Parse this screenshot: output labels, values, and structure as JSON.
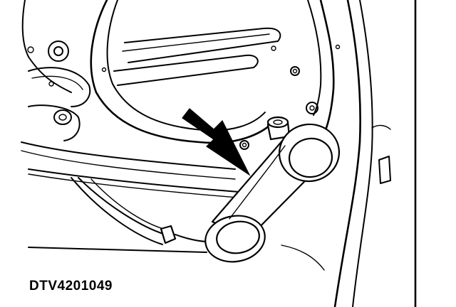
{
  "figure": {
    "code": "DTV4201049",
    "parts": [
      {
        "name": "window-regulator-handle",
        "icon": "crank-handle-icon"
      },
      {
        "name": "handle-retaining-pin",
        "icon": "pin-icon"
      },
      {
        "name": "direction-arrow",
        "icon": "arrow-icon"
      },
      {
        "name": "door-inner-panel",
        "icon": "door-panel-icon"
      },
      {
        "name": "door-wiring-harness",
        "icon": "cable-icon"
      }
    ]
  }
}
